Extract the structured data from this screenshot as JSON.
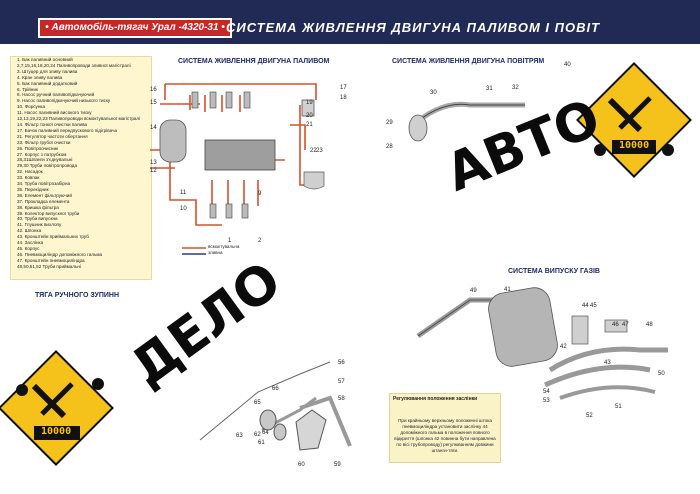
{
  "header": {
    "vehicle": "• Автомобіль-тягач Урал -4320-31 •",
    "title": "СИСТЕМА ЖИВЛЕННЯ ДВИГУНА ПАЛИВОМ І ПОВІТ"
  },
  "legend": [
    "1.    Бак паливний основний",
    "2,7,15,16,18,20,24 Паливопроводи зливної магістралі",
    "3.    Штуцер для зливу палива",
    "4.    Кран зливу палива",
    "5.    Бак паливний додатковий",
    "6.    Трійник",
    "8.    Насос ручний паливопідкачуючий",
    "9.    Насос паливопідкачуючий низького тиску",
    "10.  Форсунка",
    "11.  Насос паливний високого тиску",
    "12,13,19,22,23 Паливопроводи всмоктувальної магістралі",
    "14. Фільтр тонкої очистки палива",
    "17. Бачок паливний передпускового підігрівача",
    "21. Регулятор частоти обертання",
    "23. Фільтр грубої очистки",
    "26. Повітроочисник",
    "27. Корпус з патрубком",
    "28,31Шланги з'єднувальні",
    "29,30 Труби повітропровода",
    "32. Насадок",
    "33. Ковпак",
    "34. Труба повітрозабірна",
    "35. Перехідник",
    "36. Елемент фільтруючий",
    "37. Прокладка елемента",
    "38. Кришка фільтра",
    "39. Колектор випускної труби",
    "40. Труба випускна",
    "41. Глушник вихлопу",
    "42. Шпонка",
    "43. Кронштейн приймальних труб",
    "44. Заслінка",
    "45. Корпус",
    "46. Пневмоциліндр допоміжного гальма",
    "47. Кронштейн пневмоциліндра",
    "48,50,51,52 Труби приймальні"
  ],
  "sections": {
    "fuel": "СИСТЕМА ЖИВЛЕННЯ ДВИГУНА ПАЛИВОМ",
    "air": "СИСТЕМА ЖИВЛЕННЯ ДВИГУНА ПОВІТРЯМ",
    "exhaust": "СИСТЕМА ВИПУСКУ ГАЗІВ",
    "stop": "ТЯГА РУЧНОГО ЗУПИНН"
  },
  "fuel_legend": {
    "suction": "всмоктувальна",
    "drain": "зливна"
  },
  "fuel_numbers": [
    "16",
    "15",
    "14",
    "13",
    "12",
    "11",
    "10",
    "19",
    "20",
    "21",
    "17",
    "18",
    "22",
    "23",
    "9",
    "1",
    "2"
  ],
  "air_numbers": [
    "30",
    "31",
    "32",
    "29",
    "28",
    "40"
  ],
  "exhaust_numbers": [
    "49",
    "41",
    "44",
    "45",
    "46",
    "47",
    "48",
    "42",
    "43",
    "54",
    "53",
    "52",
    "51",
    "50"
  ],
  "stop_numbers": [
    "56",
    "57",
    "58",
    "66",
    "65",
    "64",
    "63",
    "62",
    "61",
    "60",
    "59"
  ],
  "note": {
    "title": "Регулювання положення заслінки",
    "text": "При крайньому верхньому положенні штока пневмоциліндра установити заслінку 44 допоміжного гальма в положення повного відкриття (шпонка 42 повинна бути направлена по вісі трубопроводу) регулюванням довжини штанги-тяги."
  },
  "watermark": {
    "word1": "АВТО",
    "word2": "ДЕЛО",
    "badge_number": "10000"
  },
  "colors": {
    "header_bg": "#202a55",
    "header_text": "#ffffff",
    "tag_bg": "#c62828",
    "fuel_line": "#d9502a",
    "legend_bg": "#fdf6cf",
    "badge": "#f4c21a"
  }
}
